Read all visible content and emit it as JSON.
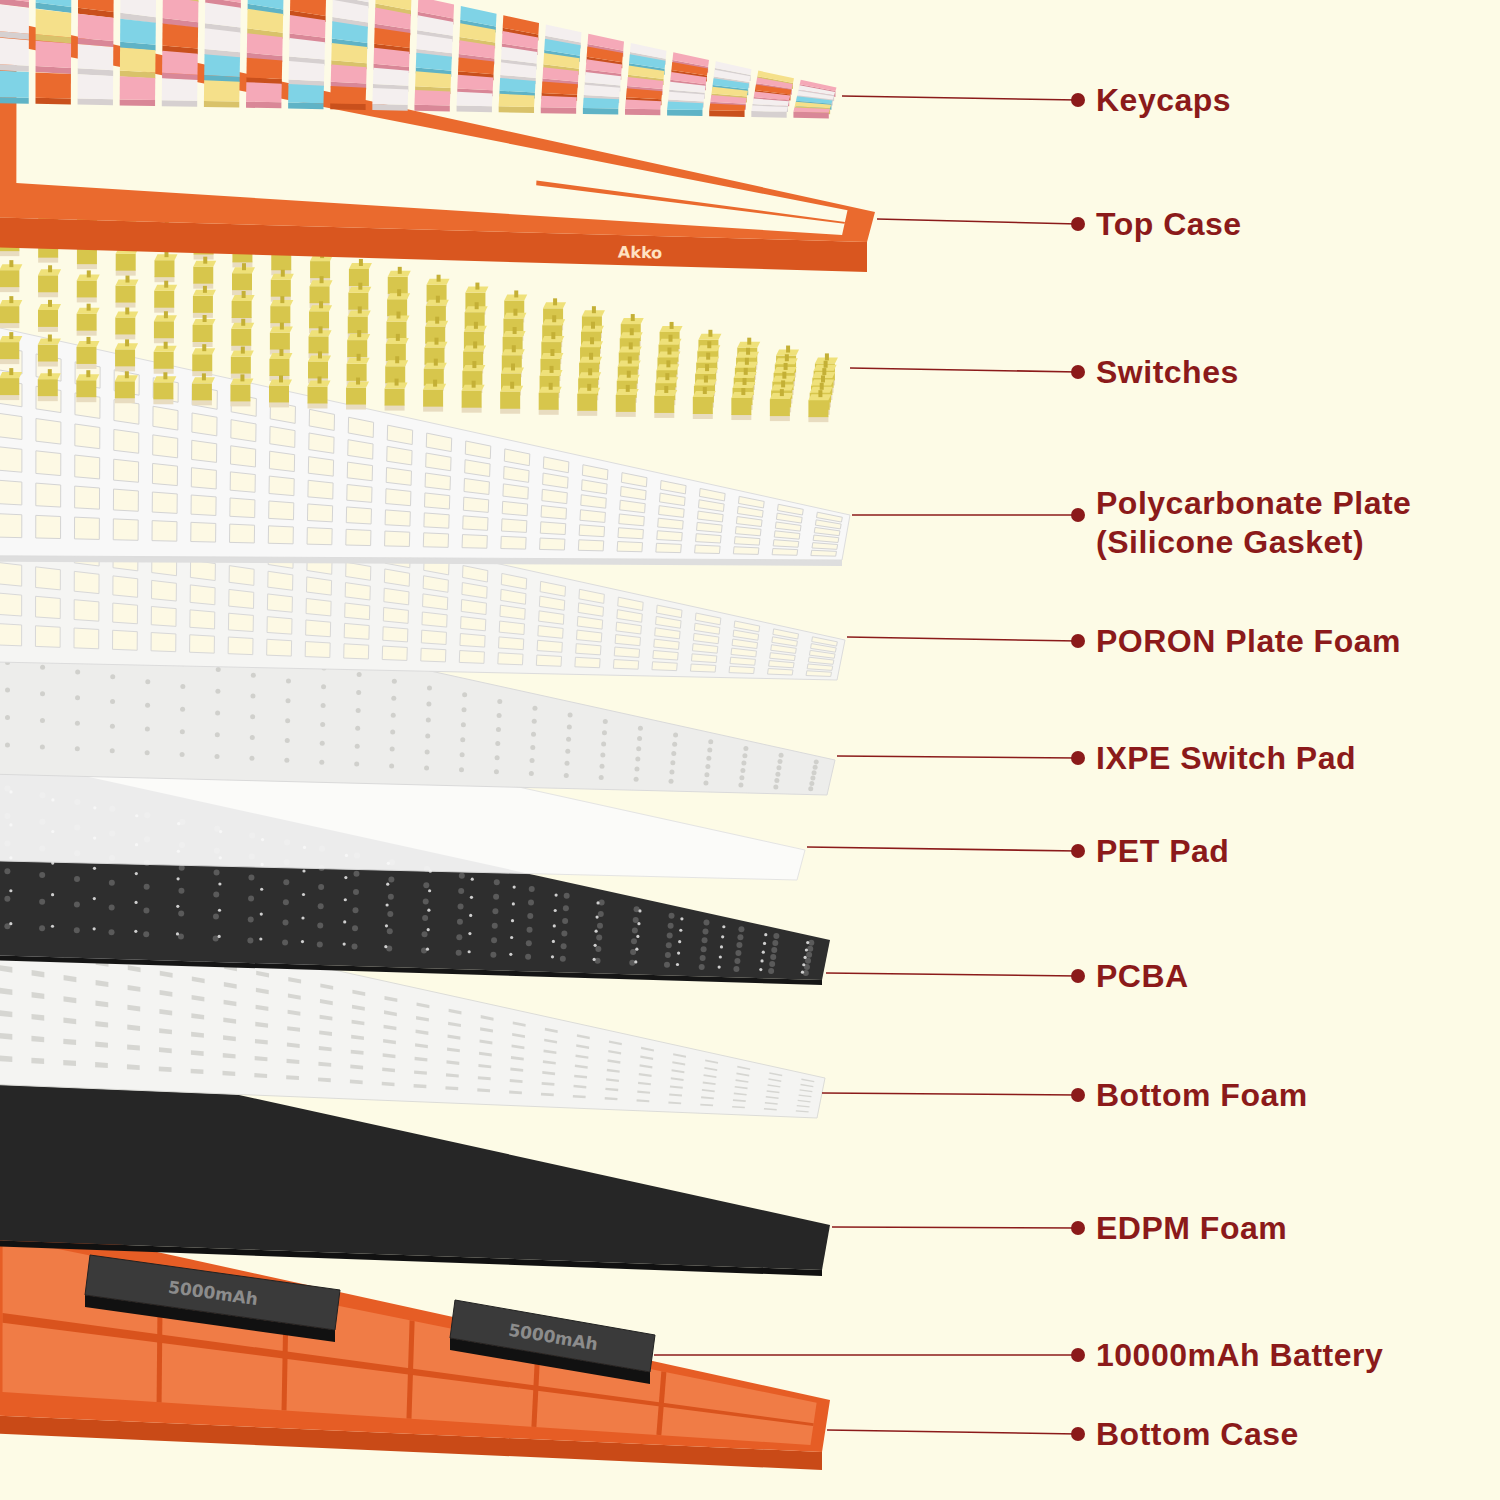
{
  "diagram": {
    "labels": [
      "Keycaps",
      "Top Case",
      "Switches",
      "Polycarbonate Plate (Silicone Gasket)",
      "PORON Plate Foam",
      "IXPE Switch Pad",
      "PET Pad",
      "PCBA",
      "Bottom Foam",
      "EDPM Foam",
      "10000mAh Battery",
      "Bottom Case",
      "Akko",
      "5000mAh",
      "5000mAh"
    ]
  }
}
